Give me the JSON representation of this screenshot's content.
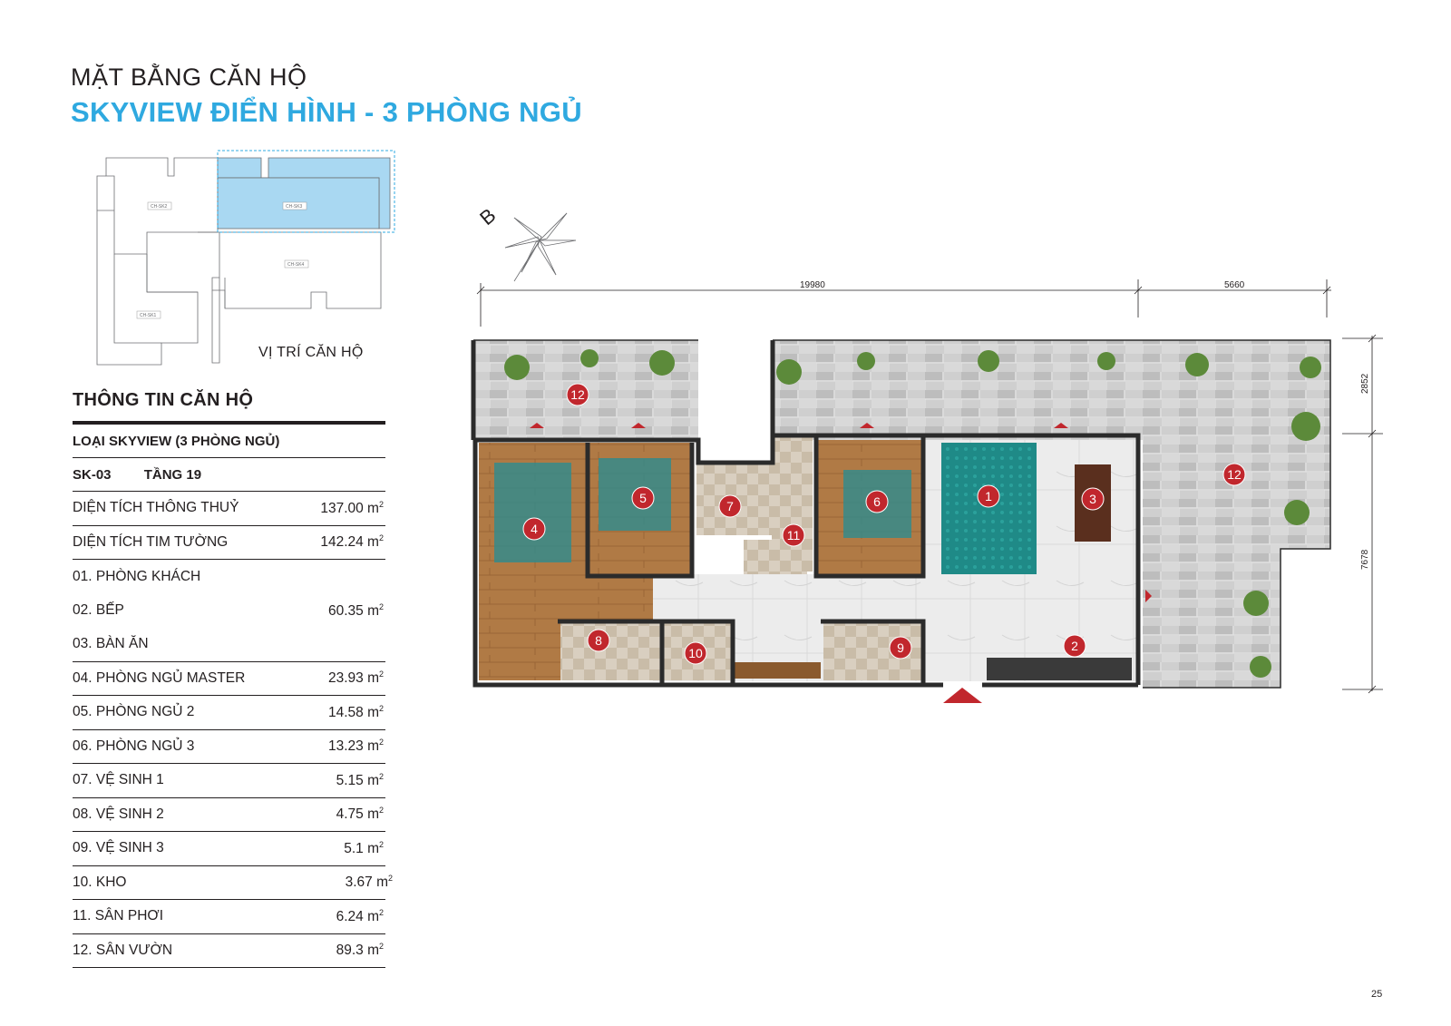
{
  "heading": {
    "line1": "MẶT BẰNG CĂN HỘ",
    "line2": "SKYVIEW ĐIỂN HÌNH - 3 PHÒNG NGỦ"
  },
  "keyplan": {
    "caption": "VỊ TRÍ CĂN HỘ",
    "units": [
      "CH-SK2",
      "CH-SK3",
      "CH-SK4",
      "CH-SK1"
    ],
    "highlight_color": "#a9d8f2"
  },
  "info": {
    "title": "THÔNG TIN CĂN HỘ",
    "type": "LOẠI SKYVIEW (3 PHÒNG NGỦ)",
    "unit_code": "SK-03",
    "floor": "TẦNG 19",
    "rows": [
      {
        "label": "DIỆN TÍCH THÔNG THUỶ",
        "value": "137.00 m",
        "sup": "2",
        "line": true
      },
      {
        "label": "DIỆN TÍCH TIM TƯỜNG",
        "value": "142.24 m",
        "sup": "2",
        "line": true
      },
      {
        "label": "01. PHÒNG KHÁCH",
        "value": "",
        "sup": "",
        "line": false
      },
      {
        "label": "02. BẾP",
        "value": "60.35  m",
        "sup": "2",
        "line": false
      },
      {
        "label": "03. BÀN ĂN",
        "value": "",
        "sup": "",
        "line": true
      },
      {
        "label": "04. PHÒNG NGỦ MASTER",
        "value": "23.93 m",
        "sup": "2",
        "line": true
      },
      {
        "label": "05. PHÒNG NGỦ 2",
        "value": "14.58 m",
        "sup": "2",
        "line": true
      },
      {
        "label": "06. PHÒNG NGỦ 3",
        "value": "13.23 m",
        "sup": "2",
        "line": true
      },
      {
        "label": "07. VỆ SINH 1",
        "value": "5.15 m",
        "sup": "2",
        "line": true
      },
      {
        "label": "08. VỆ SINH 2",
        "value": "4.75 m",
        "sup": "2",
        "line": true
      },
      {
        "label": "09. VỆ SINH 3",
        "value": "5.1 m",
        "sup": "2",
        "line": true
      },
      {
        "label": "10. KHO",
        "value": "3.67 m",
        "sup": "2",
        "line": true,
        "wide": true
      },
      {
        "label": "11. SÂN PHƠI",
        "value": "6.24 m",
        "sup": "2",
        "line": true
      },
      {
        "label": "12. SÂN VƯỜN",
        "value": "89.3 m",
        "sup": "2",
        "line": true
      }
    ]
  },
  "plan": {
    "compass_label": "B",
    "dimensions": [
      "19980",
      "5660",
      "2852",
      "7678"
    ],
    "room_markers": [
      "12",
      "12",
      "1",
      "2",
      "3",
      "4",
      "5",
      "6",
      "7",
      "8",
      "9",
      "10",
      "11"
    ],
    "marker_color": "#c1272d",
    "wall_color": "#2b2b2b",
    "wood_color": "#b07a45",
    "terrace_color": "#c9c9c9"
  },
  "page_number": "25"
}
